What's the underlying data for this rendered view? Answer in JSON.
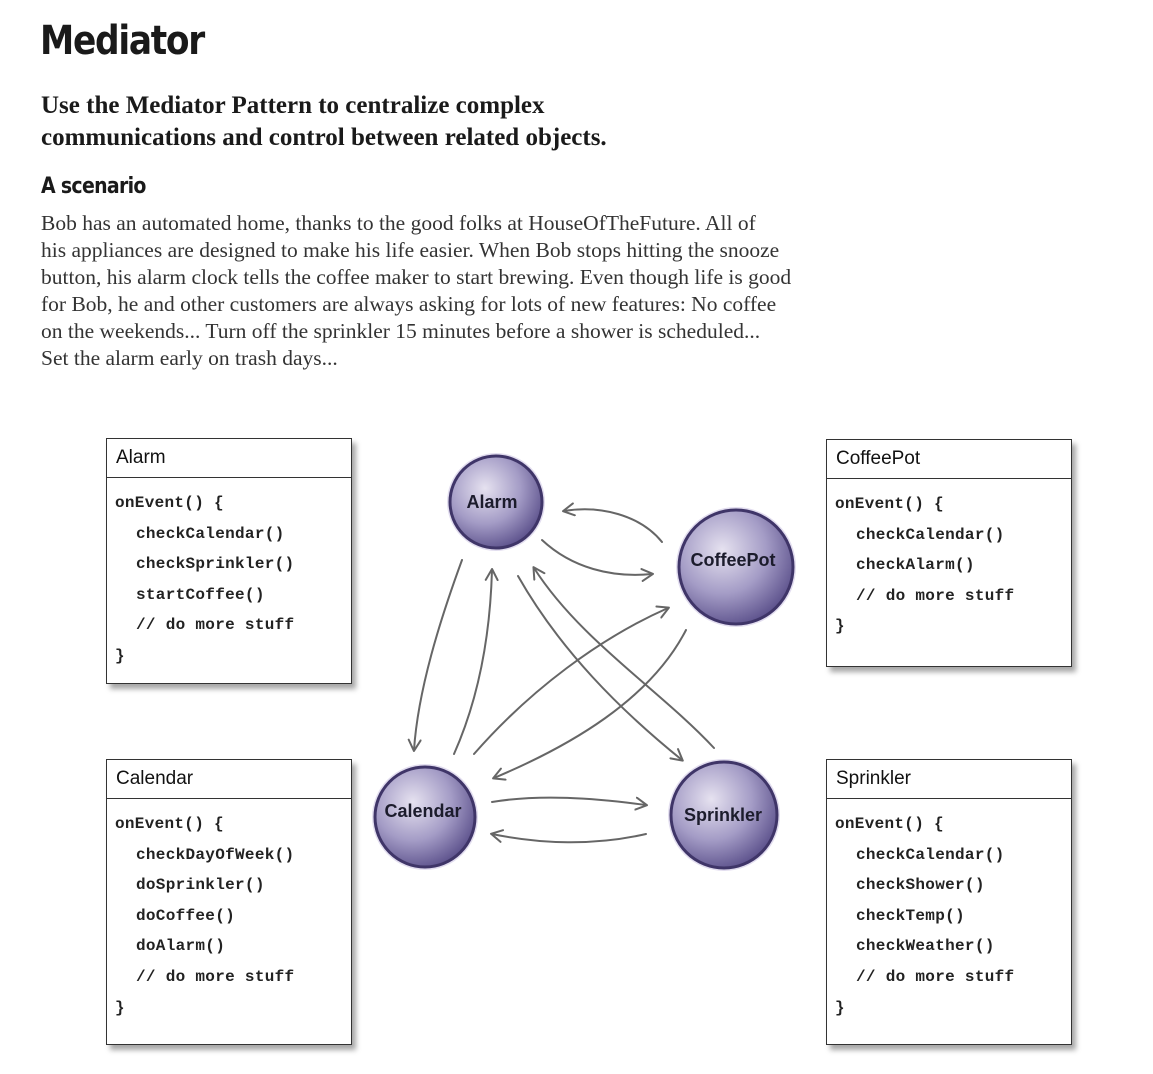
{
  "page": {
    "title": "Mediator",
    "subtitle_line1": "Use the Mediator Pattern to centralize complex",
    "subtitle_line2": "communications and control between related objects.",
    "section_heading": "A scenario",
    "body_lines": [
      "Bob has an automated home, thanks to the good folks at HouseOfTheFuture. All of",
      "his appliances are designed to make his life easier. When Bob stops hitting the snooze",
      "button, his alarm clock tells the coffee maker to start brewing. Even though life is good",
      "for Bob, he and other customers are always asking for lots of new features: No coffee",
      "on the weekends...  Turn off the sprinkler 15 minutes before a shower is scheduled...",
      "Set the alarm early on trash days..."
    ]
  },
  "class_boxes": {
    "alarm": {
      "title": "Alarm",
      "lines": [
        "onEvent() {",
        "checkCalendar()",
        "checkSprinkler()",
        "startCoffee()",
        "// do more stuff",
        "}"
      ]
    },
    "coffeepot": {
      "title": "CoffeePot",
      "lines": [
        "onEvent() {",
        "checkCalendar()",
        "checkAlarm()",
        "// do more stuff",
        "}"
      ]
    },
    "calendar": {
      "title": "Calendar",
      "lines": [
        "onEvent() {",
        "checkDayOfWeek()",
        "doSprinkler()",
        "doCoffee()",
        "doAlarm()",
        "// do more stuff",
        "}"
      ]
    },
    "sprinkler": {
      "title": "Sprinkler",
      "lines": [
        "onEvent() {",
        "checkCalendar()",
        "checkShower()",
        "checkTemp()",
        "checkWeather()",
        "// do more stuff",
        "}"
      ]
    }
  },
  "nodes": {
    "alarm": "Alarm",
    "coffeepot": "CoffeePot",
    "calendar": "Calendar",
    "sprinkler": "Sprinkler"
  },
  "colors": {
    "node_fill": "#a49cc6",
    "node_dark": "#4a3f78",
    "arrow": "#666666"
  }
}
